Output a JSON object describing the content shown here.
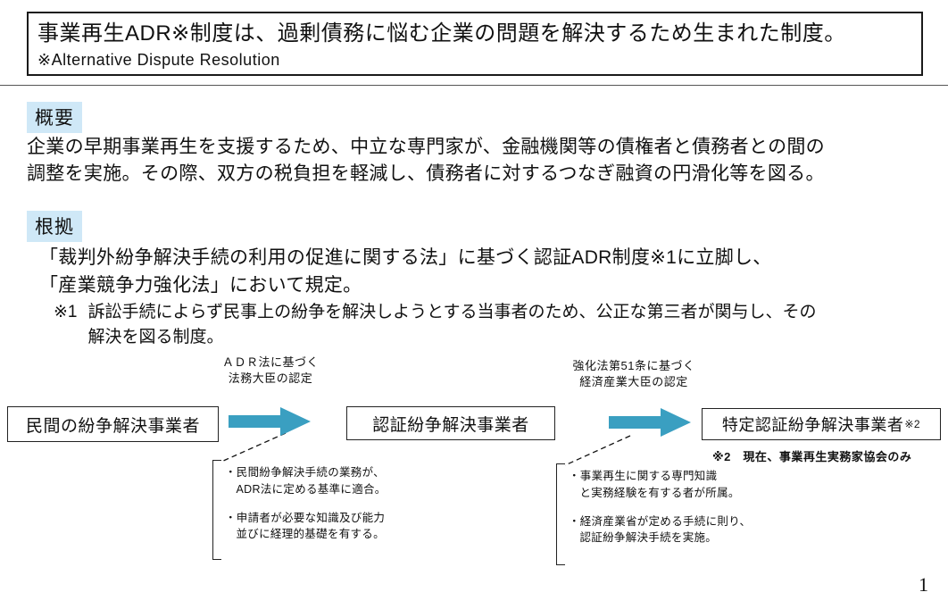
{
  "header": {
    "title": "事業再生ADR※制度は、過剰債務に悩む企業の問題を解決するため生まれた制度。",
    "subtitle": "※Alternative Dispute Resolution"
  },
  "overview": {
    "label": "概要",
    "body": "企業の早期事業再生を支援するため、中立な専門家が、金融機関等の債権者と債務者との間の\n調整を実施。その際、双方の税負担を軽減し、債務者に対するつなぎ融資の円滑化等を図る。"
  },
  "basis": {
    "label": "根拠",
    "line1": "「裁判外紛争解決手続の利用の促進に関する法」に基づく認証ADR制度※1に立脚し、",
    "line2": "「産業競争力強化法」において規定。",
    "note_marker": "※1",
    "note_text": "訴訟手続によらず民事上の紛争を解決しようとする当事者のため、公正な第三者が関与し、その\n解決を図る制度。"
  },
  "diagram": {
    "arrow1_label": "ＡＤＲ法に基づく\n法務大臣の認定",
    "arrow2_label": "強化法第51条に基づく\n経済産業大臣の認定",
    "box1": "民間の紛争解決事業者",
    "box2": "認証紛争解決事業者",
    "box3": "特定認証紛争解決事業者",
    "box3_ref": "※2",
    "note2": "※2　現在、事業再生実務家協会のみ",
    "bracket1": {
      "bullet1": "・民間紛争解決手続の業務が、\nADR法に定める基準に適合。",
      "bullet2": "・申請者が必要な知識及び能力\n並びに経理的基礎を有する。"
    },
    "bracket2": {
      "bullet1": "・事業再生に関する専門知識\nと実務経験を有する者が所属。",
      "bullet2": "・経済産業省が定める手続に則り、\n認証紛争解決手続を実施。"
    },
    "colors": {
      "arrow": "#3a9fc1",
      "label_bg": "#cfe8f7"
    }
  },
  "page": {
    "number": "1"
  }
}
